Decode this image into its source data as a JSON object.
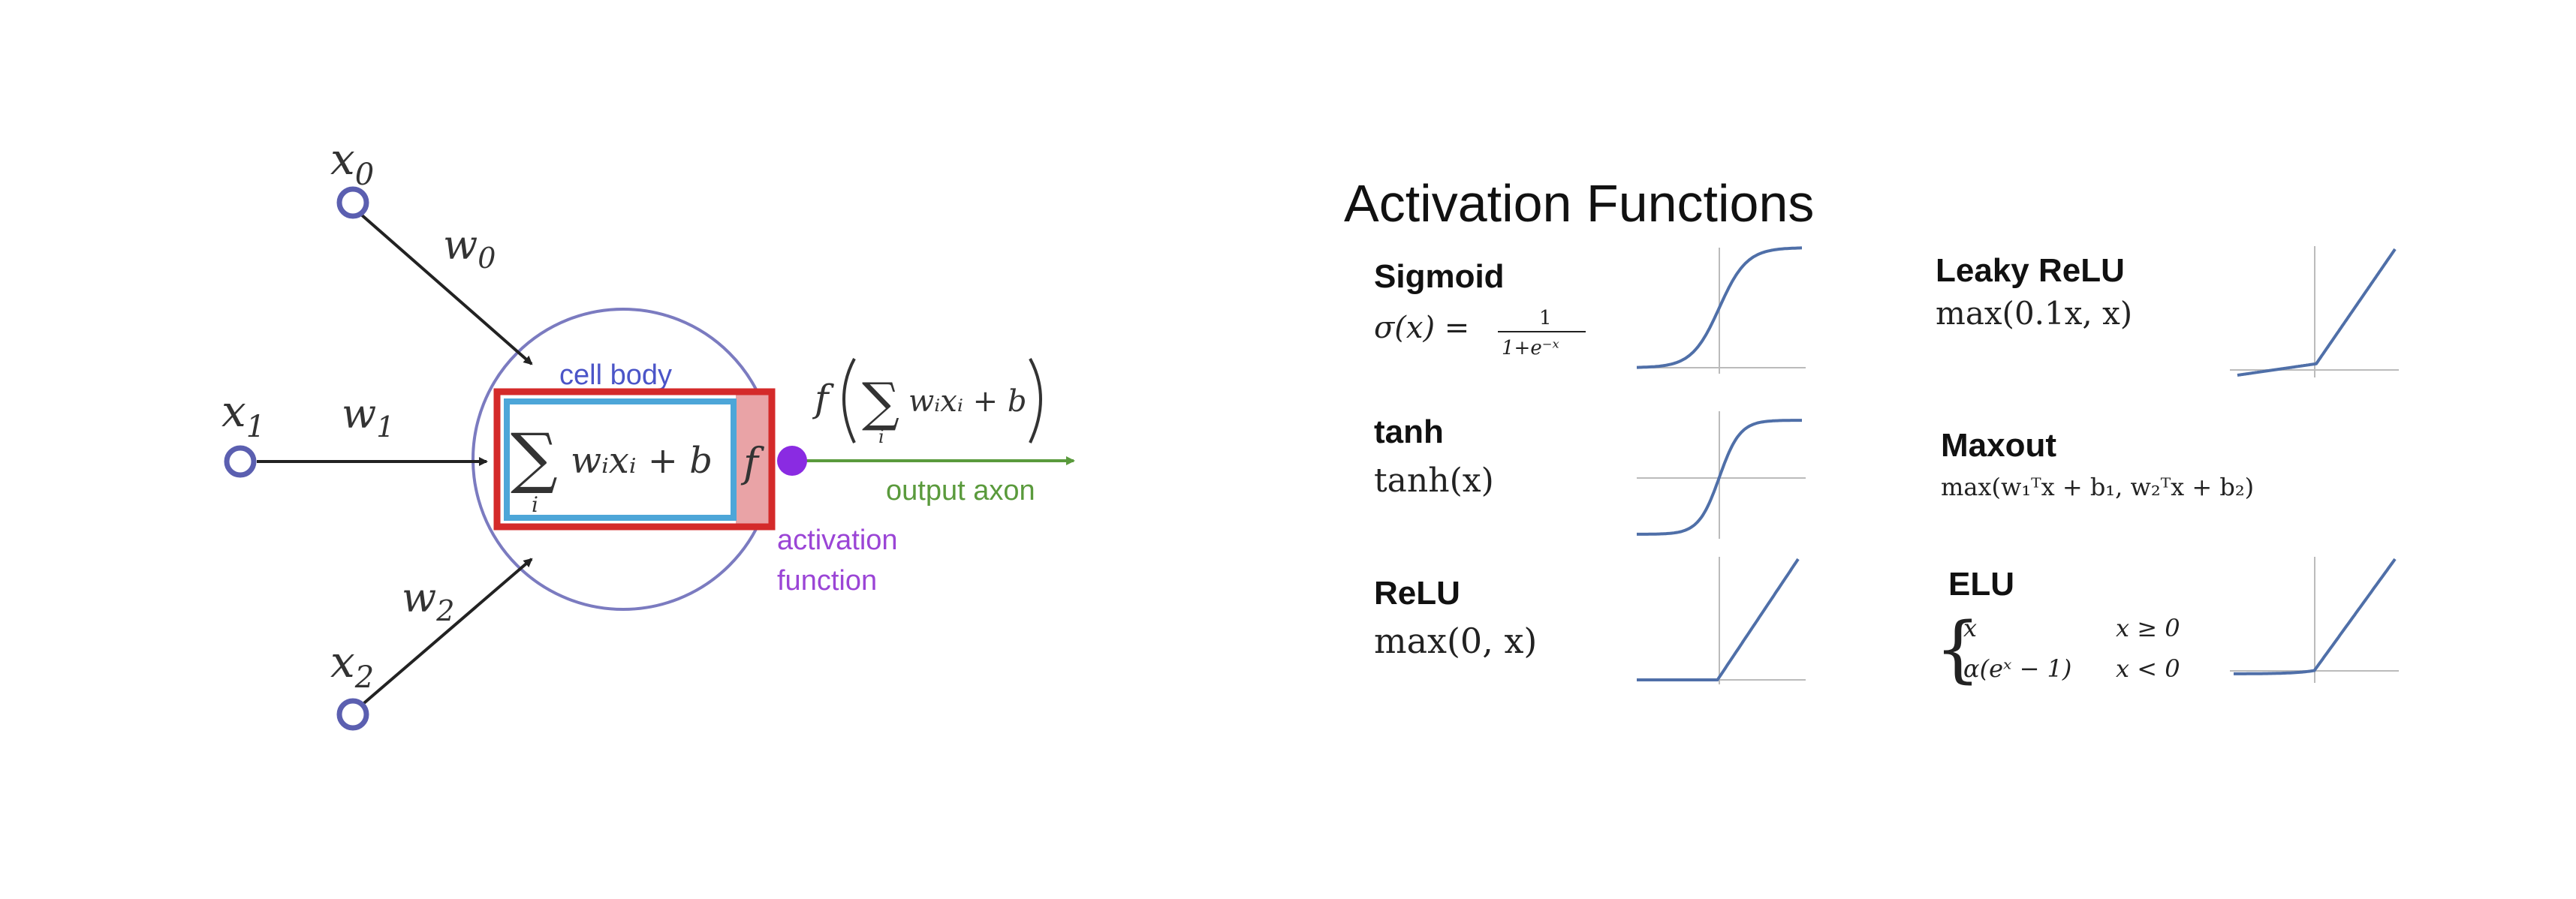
{
  "neuron": {
    "inputs": [
      "x",
      "x",
      "x"
    ],
    "input_subscripts": [
      "0",
      "1",
      "2"
    ],
    "weights": [
      "w",
      "w",
      "w"
    ],
    "weight_subscripts": [
      "0",
      "1",
      "2"
    ],
    "cell_body_label": "cell body",
    "sum_symbol": "∑",
    "sum_index": "i",
    "sum_term": "wᵢxᵢ + b",
    "activation_symbol": "f",
    "output_formula_prefix": "f",
    "output_axon_label": "output axon",
    "activation_label_line1": "activation",
    "activation_label_line2": "function",
    "colors": {
      "input_node": "#5b5fb0",
      "cell_circle": "#7b7bc0",
      "red_box": "#d42a2a",
      "blue_box": "#4da6d8",
      "activation_fill": "#e9a3a6",
      "output_dot": "#8a2be2",
      "axon": "#5a9a3c",
      "cell_body_text": "#4b55c8",
      "activation_text": "#9b45d6"
    }
  },
  "activation_panel": {
    "title": "Activation Functions",
    "curve_color": "#4f6fa8",
    "functions": [
      {
        "name": "Sigmoid",
        "formula": "σ(x) = 1 / (1+e⁻ˣ)",
        "formula_lhs": "σ(x) =",
        "formula_num": "1",
        "formula_den": "1+e⁻ˣ",
        "curve": "sigmoid"
      },
      {
        "name": "tanh",
        "formula": "tanh(x)",
        "curve": "tanh"
      },
      {
        "name": "ReLU",
        "formula": "max(0, x)",
        "curve": "relu"
      },
      {
        "name": "Leaky ReLU",
        "formula": "max(0.1x, x)",
        "curve": "leaky_relu"
      },
      {
        "name": "Maxout",
        "formula": "max(w₁ᵀx + b₁, w₂ᵀx + b₂)",
        "curve": "none"
      },
      {
        "name": "ELU",
        "formula_lines": [
          "x",
          "α(eˣ − 1)"
        ],
        "conditions": [
          "x ≥ 0",
          "x < 0"
        ],
        "curve": "elu"
      }
    ]
  }
}
